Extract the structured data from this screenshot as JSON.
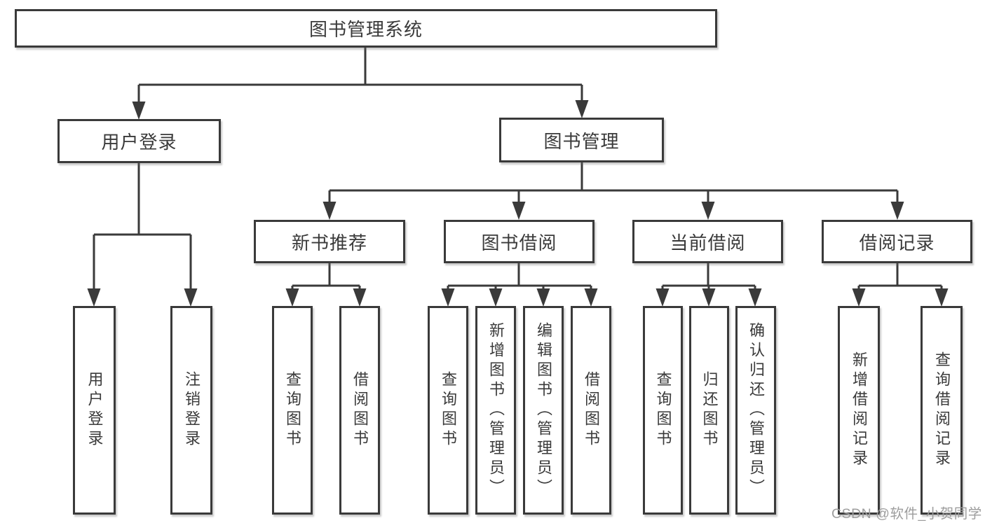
{
  "tree": {
    "label": "图书管理系统",
    "children": [
      {
        "label": "用户登录",
        "children": [
          {
            "label": "用户登录"
          },
          {
            "label": "注销登录"
          }
        ]
      },
      {
        "label": "图书管理",
        "children": [
          {
            "label": "新书推荐",
            "children": [
              {
                "label": "查询图书"
              },
              {
                "label": "借阅图书"
              }
            ]
          },
          {
            "label": "图书借阅",
            "children": [
              {
                "label": "查询图书"
              },
              {
                "label": "新增图书（管理员）"
              },
              {
                "label": "编辑图书（管理员）"
              },
              {
                "label": "借阅图书"
              }
            ]
          },
          {
            "label": "当前借阅",
            "children": [
              {
                "label": "查询图书"
              },
              {
                "label": "归还图书"
              },
              {
                "label": "确认归还（管理员）"
              }
            ]
          },
          {
            "label": "借阅记录",
            "children": [
              {
                "label": "新增借阅记录"
              },
              {
                "label": "查询借阅记录"
              }
            ]
          }
        ]
      }
    ]
  },
  "watermark": "CSDN @软件_小贺同学",
  "colors": {
    "line": "#3a3a3a",
    "box_border": "#3a3a3a",
    "box_fill": "#ffffff",
    "text": "#3a3a3a",
    "watermark": "#9d9d9d",
    "background": "#ffffff"
  }
}
